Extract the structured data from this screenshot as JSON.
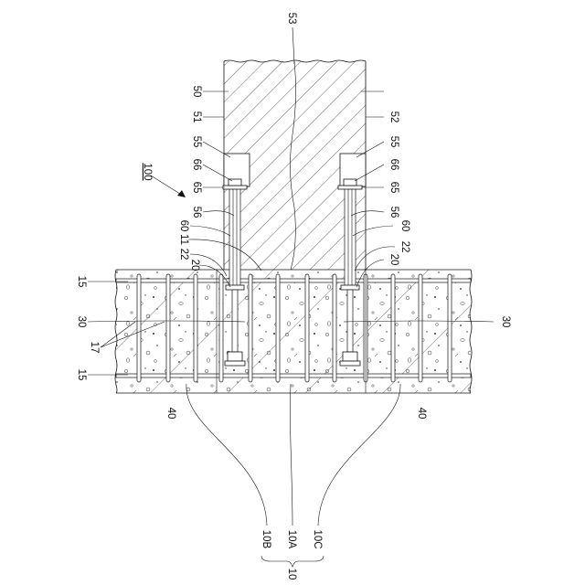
{
  "figure": {
    "labels": {
      "l50": "50",
      "l51": "51",
      "l52": "52",
      "l53": "53",
      "l55a": "55",
      "l55b": "55",
      "l66a": "66",
      "l66b": "66",
      "l65a": "65",
      "l65b": "65",
      "l56a": "56",
      "l56b": "56",
      "l60a": "60",
      "l60b": "60",
      "l11": "11",
      "l22a": "22",
      "l22b": "22",
      "l20a": "20",
      "l20b": "20",
      "l15a": "15",
      "l15b": "15",
      "l30a": "30",
      "l30b": "30",
      "l17": "17",
      "l40a": "40",
      "l40b": "40",
      "l100": "100",
      "l10B": "10B",
      "l10A": "10A",
      "l10C": "10C",
      "l10": "10"
    }
  }
}
